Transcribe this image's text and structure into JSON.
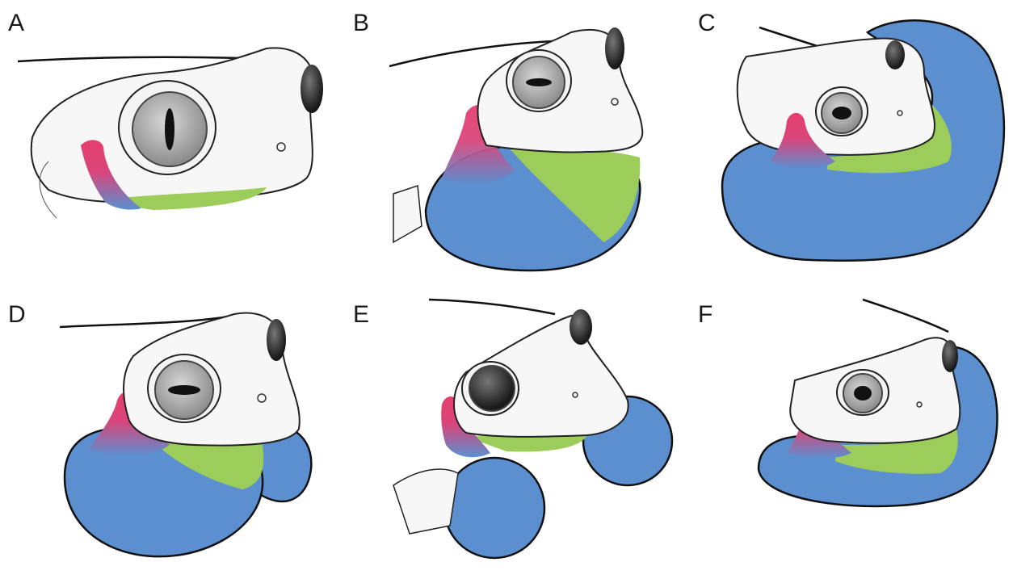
{
  "panels": [
    {
      "label": "A"
    },
    {
      "label": "B"
    },
    {
      "label": "C"
    },
    {
      "label": "D"
    },
    {
      "label": "E"
    },
    {
      "label": "F"
    }
  ],
  "colors": {
    "sac_blue": "#5b8fd0",
    "sac_green": "#9ccc5a",
    "muscle_pink": "#e53f6e",
    "outline": "#111111",
    "skin": "#f7f7f7"
  }
}
